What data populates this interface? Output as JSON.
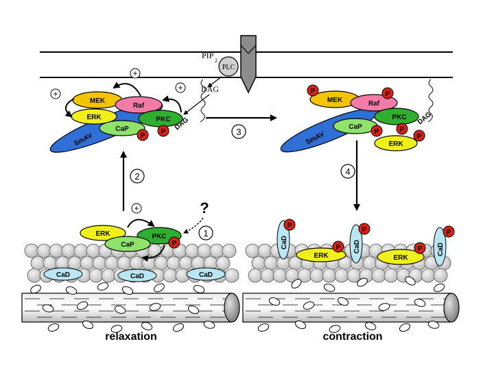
{
  "labels": {
    "pip2": "PIP",
    "pip2_sub": "2",
    "plc": "PLC",
    "dag_top": "DAG",
    "dag_left": "DAG",
    "dag_right": "DAG",
    "mek": "MEK",
    "raf": "Raf",
    "erk": "ERK",
    "pkc": "PKC",
    "cap": "CaP",
    "smav": "SmAV",
    "cad": "CaD",
    "p": "P",
    "plus": "+",
    "question": "?"
  },
  "steps": [
    "1",
    "2",
    "3",
    "4"
  ],
  "captions": {
    "relaxation": "relaxation",
    "contraction": "contraction"
  },
  "colors": {
    "mek": "#f5c400",
    "raf": "#f27ca7",
    "erk": "#f1ef1a",
    "pkc": "#2fae2f",
    "cap": "#8fe36b",
    "smav": "#2f6fd6",
    "p": "#d62414",
    "cad": "#b8e6f2",
    "plc": "#c8c8c8",
    "actin": "#d8d8d8"
  }
}
